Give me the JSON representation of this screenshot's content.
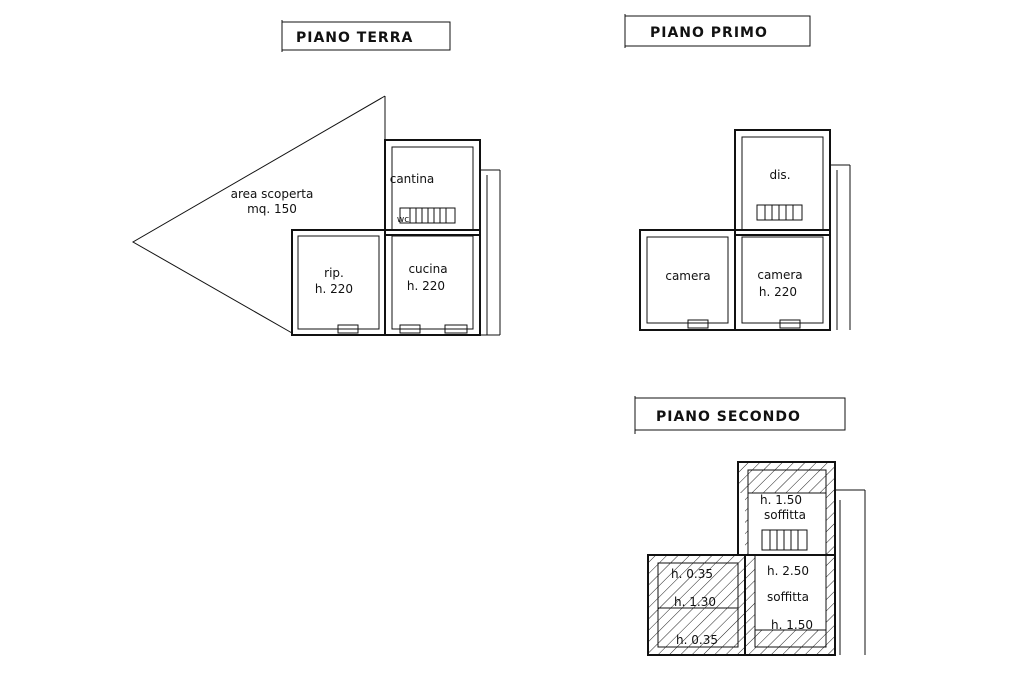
{
  "titles": {
    "ground": "PIANO   TERRA",
    "first": "PIANO   PRIMO",
    "second": "PIANO   SECONDO"
  },
  "ground": {
    "outdoor_area": "area scoperta",
    "outdoor_size": "mq. 150",
    "cantina": "cantina",
    "wc": "wc",
    "rip": "rip.",
    "rip_height": "h. 220",
    "cucina": "cucina",
    "cucina_height": "h. 220"
  },
  "first": {
    "dis": "dis.",
    "camera_left": "camera",
    "camera_right": "camera",
    "camera_right_height": "h. 220"
  },
  "second": {
    "top_height": "h. 1.50",
    "top_room": "soffitta",
    "left_h1": "h. 0.35",
    "left_h2": "h. 1.30",
    "left_h3": "h. 0.35",
    "right_h1": "h. 2.50",
    "right_room": "soffitta",
    "right_h2": "h. 1.50"
  }
}
